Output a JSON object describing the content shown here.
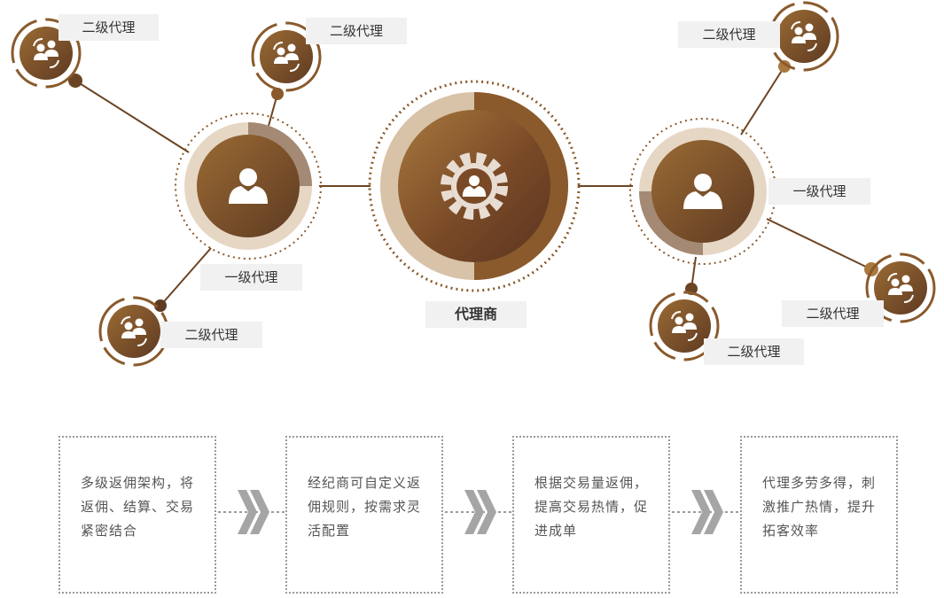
{
  "diagram": {
    "center": {
      "label": "代理商",
      "icon": "gear-user-icon"
    },
    "primary_agents": [
      {
        "label": "一级代理",
        "icon": "user-icon"
      },
      {
        "label": "一级代理",
        "icon": "user-icon"
      }
    ],
    "secondary_agents": [
      {
        "label": "二级代理",
        "icon": "users-exchange-icon"
      },
      {
        "label": "二级代理",
        "icon": "users-exchange-icon"
      },
      {
        "label": "二级代理",
        "icon": "users-exchange-icon"
      },
      {
        "label": "二级代理",
        "icon": "users-exchange-icon"
      },
      {
        "label": "二级代理",
        "icon": "users-exchange-icon"
      },
      {
        "label": "二级代理",
        "icon": "users-exchange-icon"
      }
    ]
  },
  "features": [
    {
      "text": "多级返佣架构，将返佣、结算、交易紧密结合"
    },
    {
      "text": "经纪商可自定义返佣规则，按需求灵活配置"
    },
    {
      "text": "根据交易量返佣，提高交易热情，促进成单"
    },
    {
      "text": "代理多劳多得，刺激推广热情，提升拓客效率"
    }
  ],
  "colors": {
    "dark_brown": "#5e3a22",
    "mid_brown": "#8a5a2c",
    "light_brown": "#a9793f",
    "line": "#6b4424",
    "label_bg": "#f1f1f1",
    "card_border": "#9a9a9a",
    "chevron": "#a5a5a5"
  }
}
